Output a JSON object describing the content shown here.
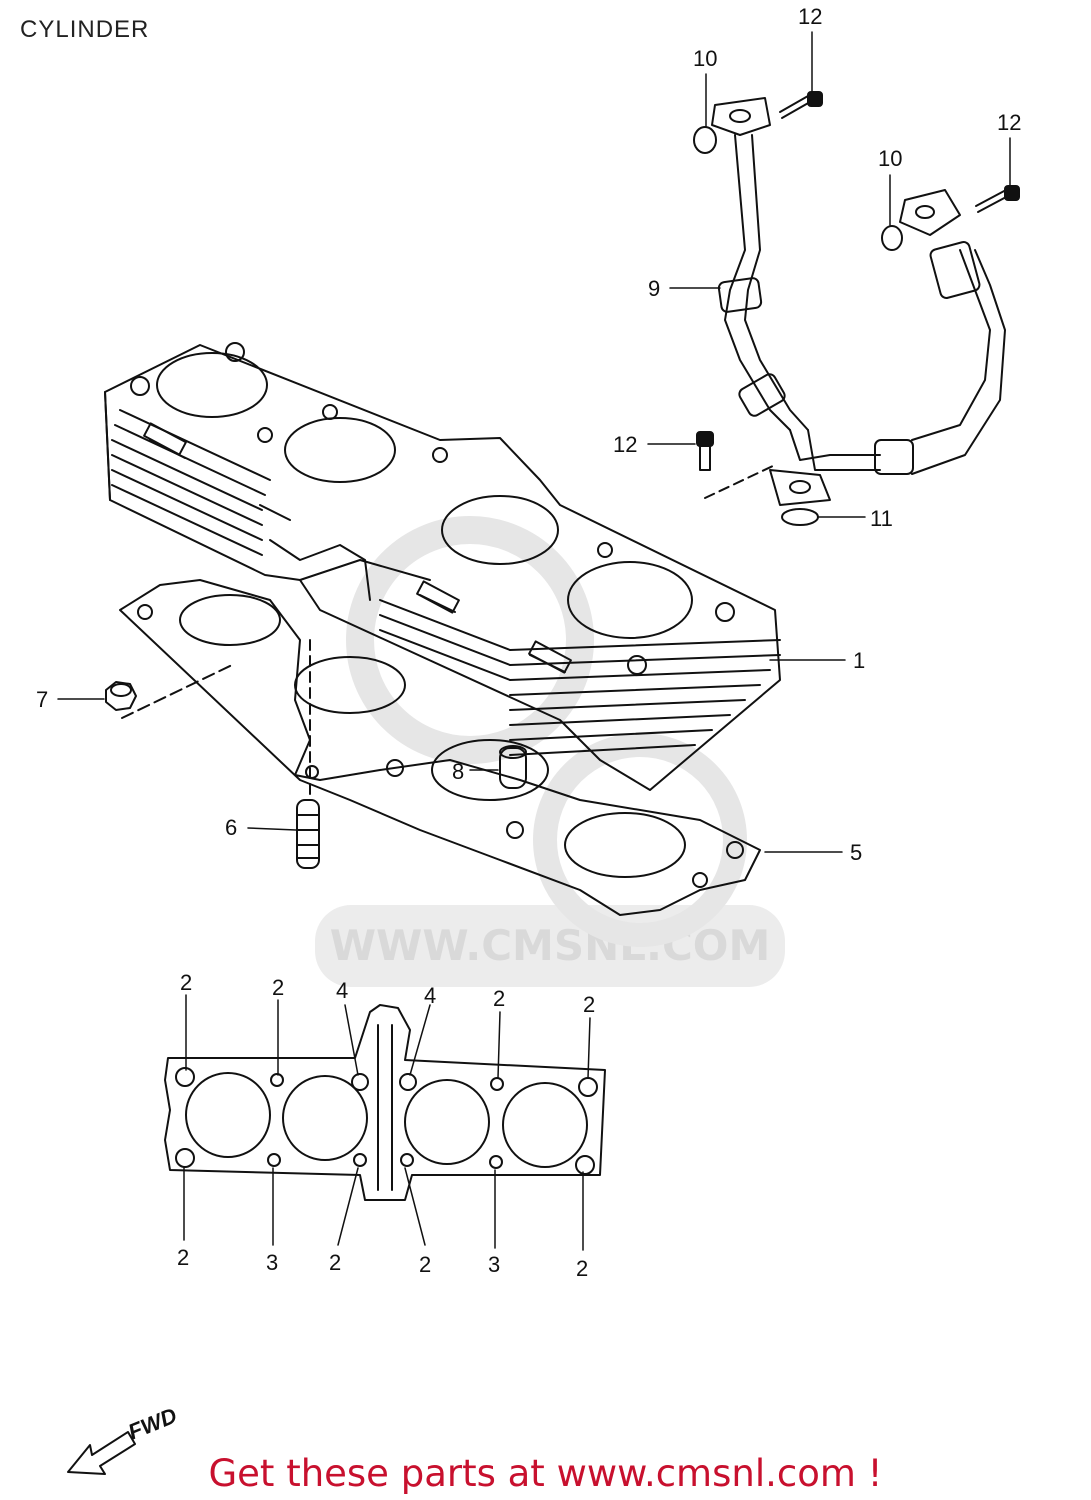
{
  "header": {
    "title": "CYLINDER"
  },
  "footer": {
    "text": "Get these parts at www.cmsnl.com !"
  },
  "watermark": {
    "text": "WWW.CMSNL.COM"
  },
  "direction": {
    "text": "FWD"
  },
  "callouts": {
    "c1": "1",
    "c5": "5",
    "c6": "6",
    "c7": "7",
    "c8": "8",
    "c9": "9",
    "c10a": "10",
    "c10b": "10",
    "c11": "11",
    "c12a": "12",
    "c12b": "12",
    "c12c": "12",
    "top2a": "2",
    "top2b": "2",
    "top4a": "4",
    "top4b": "4",
    "top2c": "2",
    "top2d": "2",
    "bot2a": "2",
    "bot3a": "3",
    "bot2b": "2",
    "bot2c": "2",
    "bot3b": "3",
    "bot2d": "2"
  },
  "colors": {
    "line": "#111111",
    "footer": "#c8102e",
    "watermark": "#d9d9d9"
  }
}
